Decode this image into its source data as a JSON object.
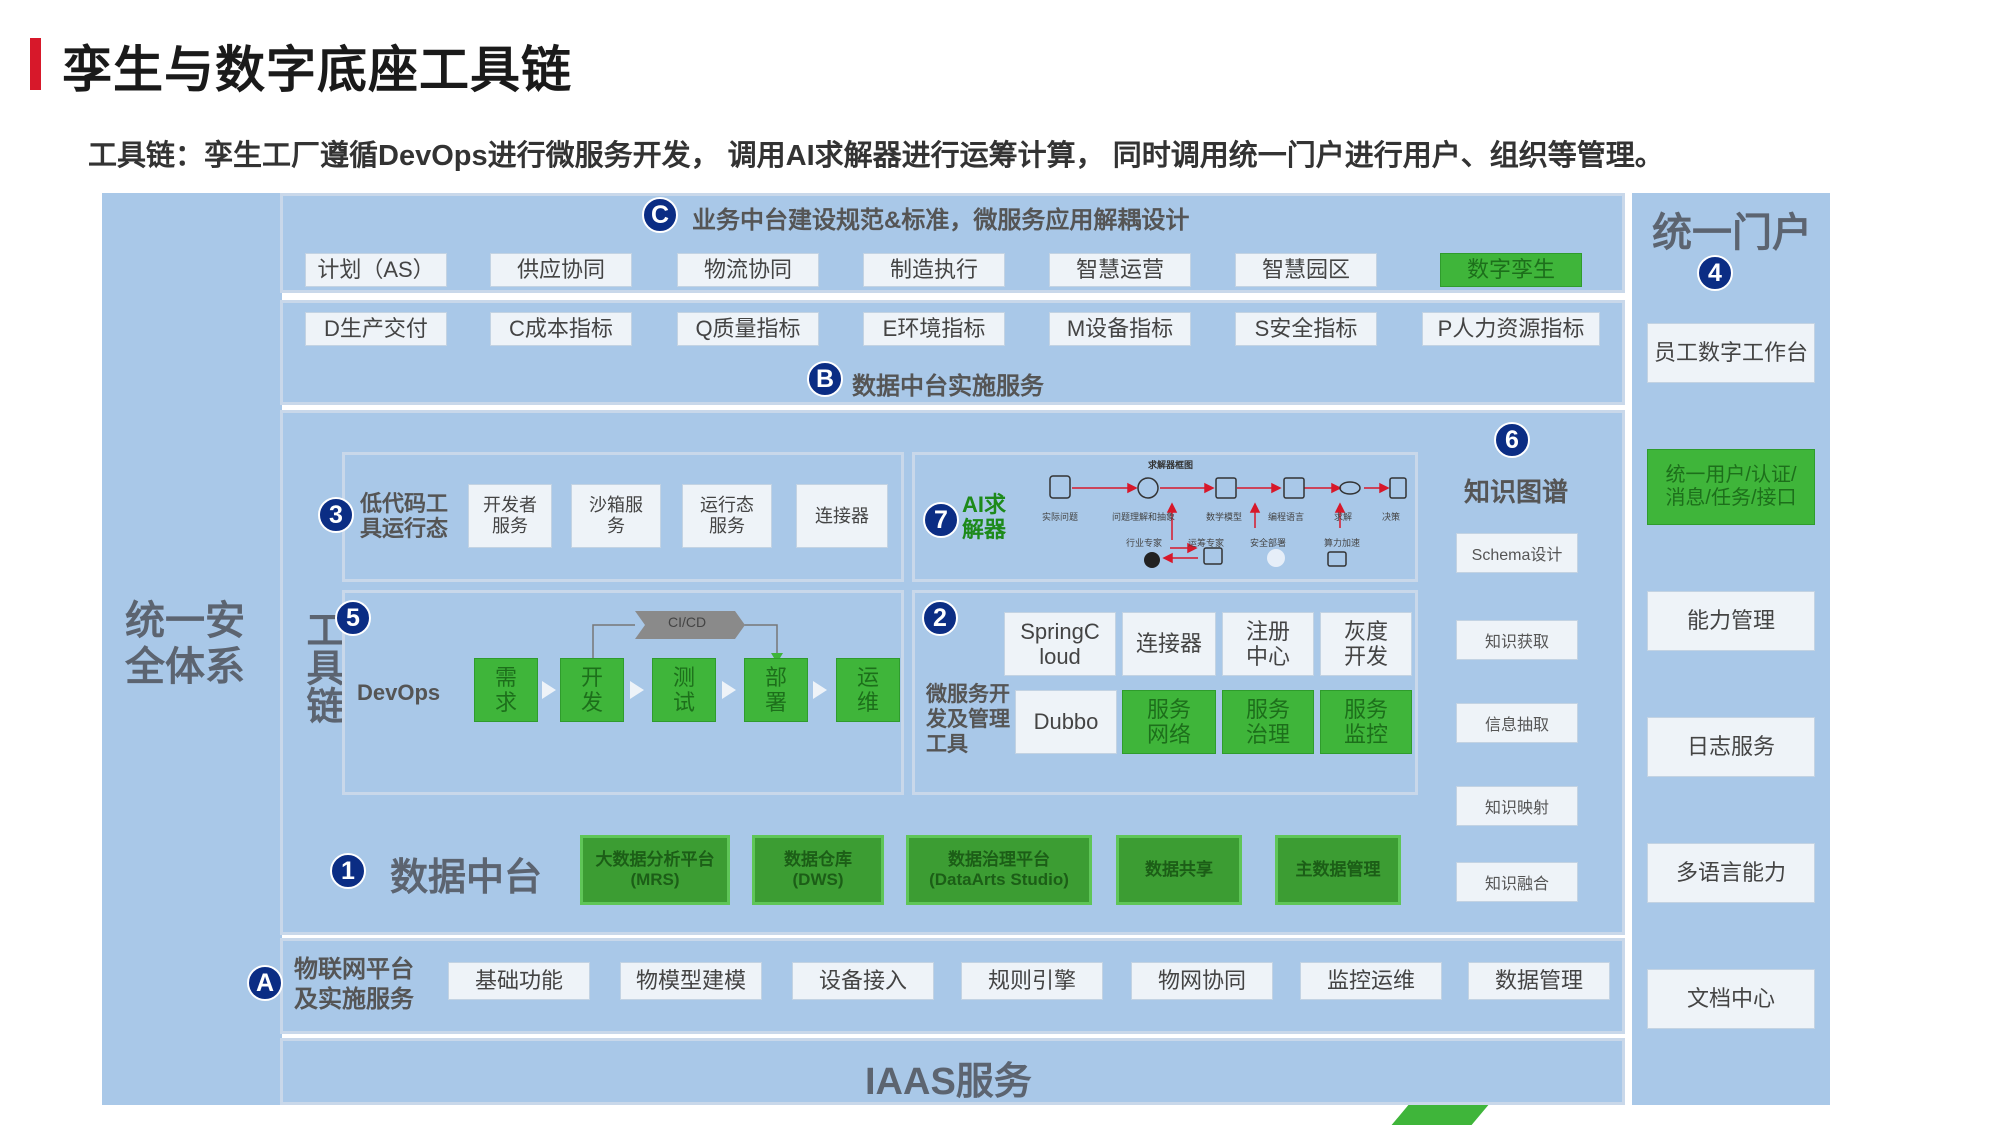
{
  "title": "孪生与数字底座工具链",
  "subtitle": "工具链：孪生工厂遵循DevOps进行微服务开发，  调用AI求解器进行运筹计算，  同时调用统一门户进行用户、组织等管理。",
  "left_col": {
    "label": "统一安全体系"
  },
  "right_col": {
    "label": "统一门户",
    "num": "4",
    "items": [
      "员工数字工作台",
      "统一用户/认证/消息/任务/接口",
      "能力管理",
      "日志服务",
      "多语言能力",
      "文档中心"
    ]
  },
  "biz": {
    "num": "C",
    "title": "业务中台建设规范&标准，微服务应用解耦设计",
    "items": [
      "计划（AS）",
      "供应协同",
      "物流协同",
      "制造执行",
      "智慧运营",
      "智慧园区",
      "数字孪生"
    ]
  },
  "data_service": {
    "num": "B",
    "title": "数据中台实施服务",
    "items": [
      "D生产交付",
      "C成本指标",
      "Q质量指标",
      "E环境指标",
      "M设备指标",
      "S安全指标",
      "P人力资源指标"
    ]
  },
  "toolchain": {
    "label": "工具链"
  },
  "lowcode": {
    "num": "3",
    "label": "低代码工具运行态",
    "items": [
      "开发者服务",
      "沙箱服务",
      "运行态服务",
      "连接器"
    ]
  },
  "ai": {
    "num": "7",
    "label": "AI求解器",
    "flow_title": "求解器框图",
    "flow_labels": [
      "实际问题",
      "问题理解和抽象",
      "数学模型",
      "编程语言",
      "求解",
      "决策"
    ],
    "sub_labels": [
      "行业专家",
      "运筹专家",
      "安全部署",
      "算力加速"
    ]
  },
  "devops": {
    "num": "5",
    "label": "DevOps",
    "cicd": "CI/CD",
    "steps": [
      "需求",
      "开发",
      "测试",
      "部署",
      "运维"
    ]
  },
  "micro": {
    "num": "2",
    "label": "微服务开发及管理工具",
    "row1": [
      "SpringCloud",
      "连接器",
      "注册中心",
      "灰度开发"
    ],
    "row2_first": "Dubbo",
    "row2": [
      "服务网络",
      "服务治理",
      "服务监控"
    ]
  },
  "knowledge": {
    "num": "6",
    "label": "知识图谱",
    "items": [
      "Schema设计",
      "知识获取",
      "信息抽取",
      "知识映射",
      "知识融合"
    ]
  },
  "data_mid": {
    "num": "1",
    "label": "数据中台",
    "items": [
      {
        "line1": "大数据分析平台",
        "line2": "(MRS)"
      },
      {
        "line1": "数据仓库",
        "line2": "(DWS)"
      },
      {
        "line1": "数据治理平台",
        "line2": "(DataArts Studio)"
      },
      {
        "line1": "数据共享",
        "line2": ""
      },
      {
        "line1": "主数据管理",
        "line2": ""
      }
    ]
  },
  "iot": {
    "num": "A",
    "label": "物联网平台及实施服务",
    "items": [
      "基础功能",
      "物模型建模",
      "设备接入",
      "规则引擎",
      "物网协同",
      "监控运维",
      "数据管理"
    ]
  },
  "iaas": {
    "label": "IAAS服务"
  }
}
